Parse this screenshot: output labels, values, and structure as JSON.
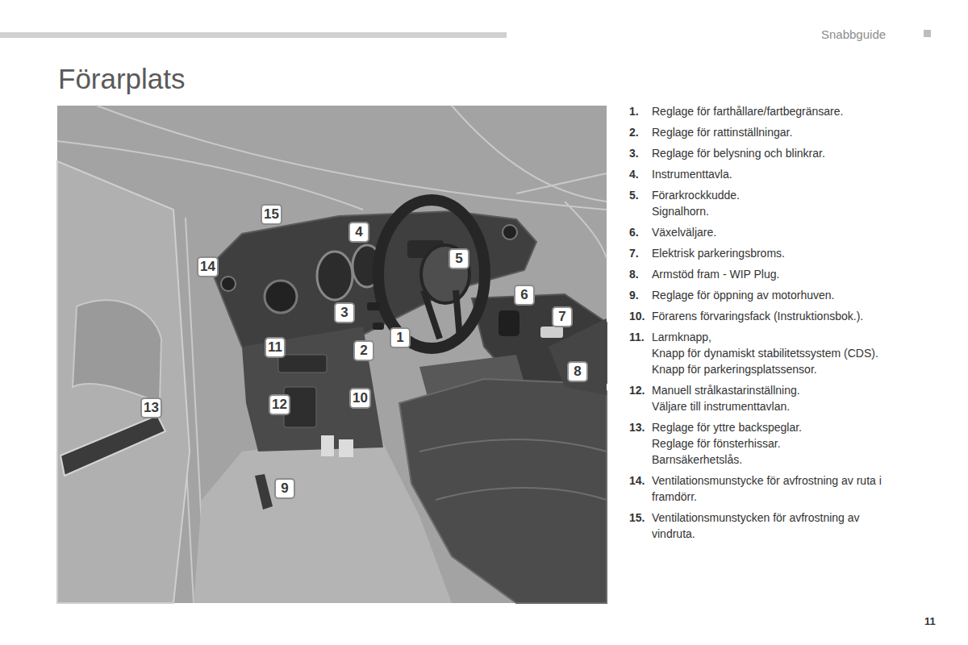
{
  "diagram": {
    "title": "Förarplats",
    "labels": [
      "Snabbguide",
      "15",
      "4",
      "14",
      "5",
      "3",
      "6",
      "7",
      "11",
      "2",
      "1",
      "8",
      "12",
      "10",
      "13",
      "9",
      "1.",
      "Reglage för farthållare/fartbegränsare.",
      "2.",
      "Reglage för rattinställningar.",
      "3.",
      "Reglage för belysning och blinkrar.",
      "4.",
      "Instrumenttavla.",
      "5.",
      "Förarkrockkudde.",
      "Signalhorn.",
      "6.",
      "Växelväljare.",
      "7.",
      "Elektrisk parkeringsbroms.",
      "8.",
      "Armstöd fram - WIP Plug.",
      "9.",
      "Reglage för öppning av motorhuven.",
      "10.",
      "Förarens förvaringsfack (Instruktionsbok.).",
      "11.",
      "Larmknapp,",
      "Knapp för dynamiskt stabilitetssystem (CDS).",
      "Knapp för parkeringsplatssensor.",
      "12.",
      "Manuell strålkastarinställning.",
      "Väljare till instrumenttavlan.",
      "13.",
      "Reglage för yttre backspeglar.",
      "Reglage för fönsterhissar.",
      "Barnsäkerhetslås.",
      "14.",
      "Ventilationsmunstycke för avfrostning av ruta i framdörr.",
      "15.",
      "Ventilationsmunstycken för avfrostning av vindruta.",
      "11"
    ]
  }
}
